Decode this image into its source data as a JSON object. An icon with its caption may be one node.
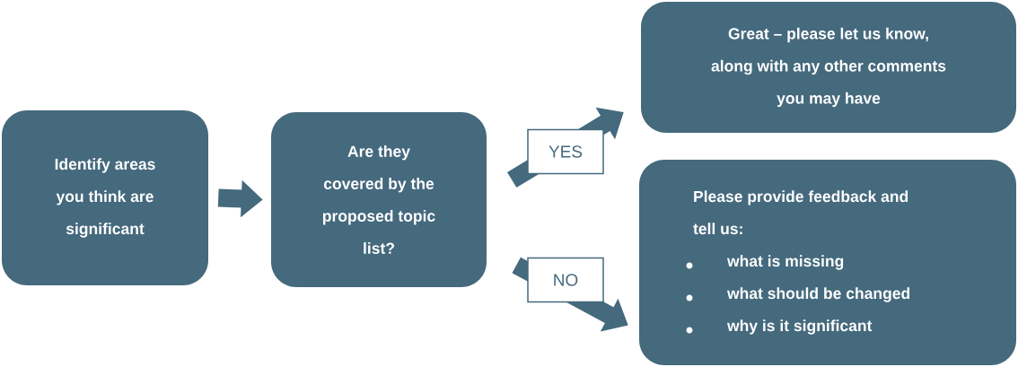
{
  "diagram": {
    "nodes": [
      {
        "text": [
          "Identify areas you think are significant"
        ]
      },
      {
        "text": [
          "Are they covered by the proposed topic list?"
        ]
      },
      {
        "text": [
          "Great – please let us know, along with any other comments you may have"
        ]
      },
      {
        "text": [
          "Please provide feedback and tell us:",
          "what is missing",
          "what should be changed",
          "why is it significant"
        ]
      }
    ],
    "edges": [
      {
        "from": 0,
        "to": 1,
        "arrow": "to"
      },
      {
        "from": 1,
        "to": 2,
        "arrow": "to",
        "label": "YES"
      },
      {
        "from": 1,
        "to": 3,
        "arrow": "to",
        "label": "NO"
      }
    ]
  }
}
